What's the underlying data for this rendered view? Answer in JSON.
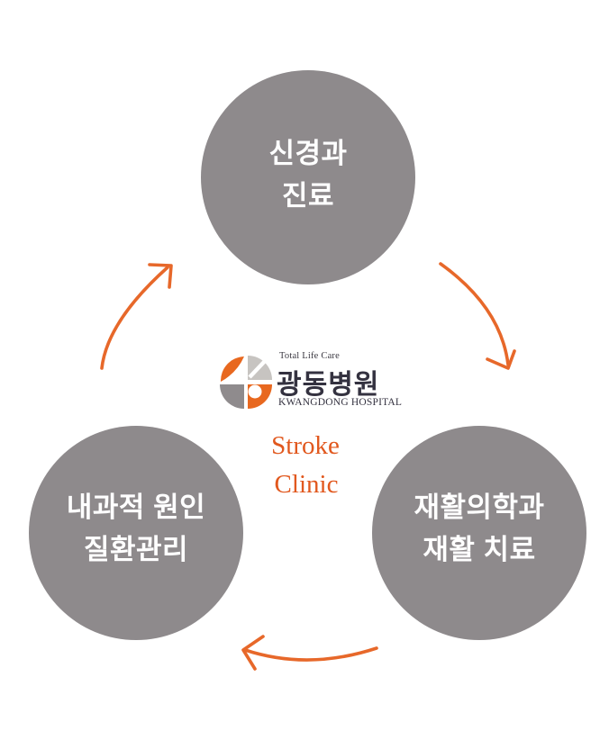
{
  "diagram": {
    "title_semantic": "stroke-clinic-care-cycle",
    "circles": {
      "top": {
        "line1": "신경과",
        "line2": "진료"
      },
      "left": {
        "line1": "내과적 원인",
        "line2": "질환관리"
      },
      "right": {
        "line1": "재활의학과",
        "line2": "재활 치료"
      }
    },
    "center_logo": {
      "tagline": "Total Life Care",
      "hospital_name_kr": "광동병원",
      "hospital_name_en": "KWANGDONG HOSPITAL",
      "clinic_line1": "Stroke",
      "clinic_line2": "Clinic"
    },
    "icons": {
      "logo": "kwangdong-hospital-logo-icon",
      "arrows": [
        "arrow-neurology-to-rehab",
        "arrow-rehab-to-internal",
        "arrow-internal-to-neurology"
      ]
    },
    "colors": {
      "background": "#FFFFFF",
      "circle_gray": "#8E8A8C",
      "circle_text": "#FFFFFF",
      "arrow_orange": "#E7682A",
      "logo_orange": "#E8681F",
      "logo_light_gray": "#C7C4C1",
      "logo_dark_gray": "#8F8B8D",
      "logo_text_dark": "#343240",
      "clinic_text_orange": "#E1581E"
    }
  }
}
